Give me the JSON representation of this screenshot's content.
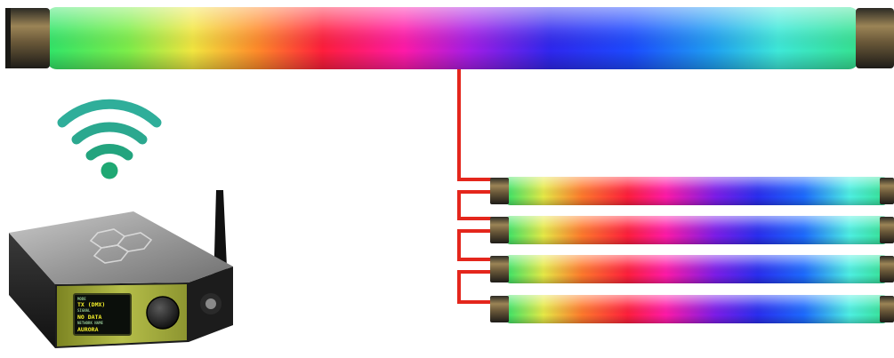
{
  "colors": {
    "background": "#ffffff",
    "wire": "#e4261c",
    "wifi_outer": "#2fae9a",
    "wifi_inner": "#1fa873",
    "device_accent": "#a7b23a",
    "screen_bg": "#0b0f0b",
    "screen_text_main": "#f5f02a",
    "screen_text_label": "#8fbf8f"
  },
  "icons": {
    "wifi": "wifi-signal-icon",
    "antenna": "antenna-icon",
    "knob": "rotary-knob-icon"
  },
  "device": {
    "screen_lines": [
      {
        "label": "MODE",
        "value": "TX (DMX)"
      },
      {
        "label": "SIGNAL",
        "value": "NO DATA"
      },
      {
        "label": "NETWORK NAME",
        "value": "AURORA"
      }
    ]
  },
  "tubes": {
    "large_count": 1,
    "small_count": 4
  }
}
